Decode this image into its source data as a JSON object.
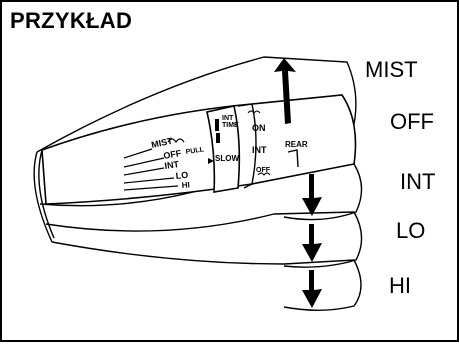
{
  "heading": "PRZYKŁAD",
  "positions": [
    "MIST",
    "OFF",
    "INT",
    "LO",
    "HI"
  ],
  "wiper_scale": [
    "MIST",
    "OFF",
    "INT",
    "LO",
    "HI"
  ],
  "pull_label": "PULL",
  "int_time": [
    "INT",
    "TIME"
  ],
  "slow_label": "SLOW",
  "rear_switch": [
    "ON",
    "INT",
    "OFF"
  ],
  "rear_label": "REAR",
  "colors": {
    "line": "#000000",
    "background": "#ffffff"
  }
}
